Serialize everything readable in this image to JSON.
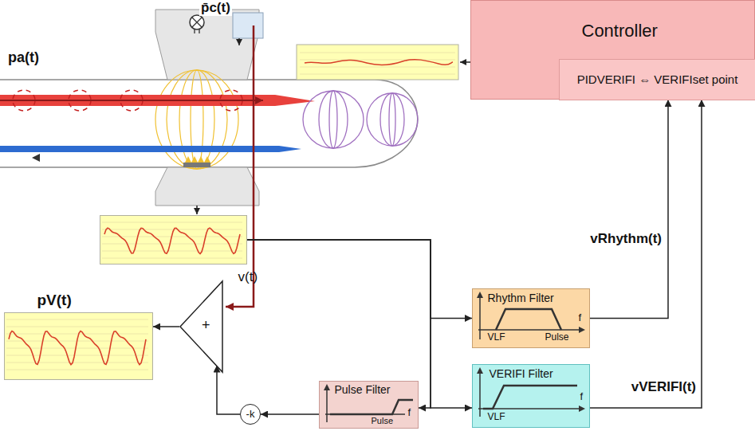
{
  "diagram": {
    "nodes": [
      {
        "text": [
          "Controller"
        ]
      },
      {
        "text": [
          "PIDVERIFI ⇔ VERIFIset point"
        ],
        "in": 0
      },
      {
        "text": [
          "v(t)"
        ]
      },
      {
        "text": [
          "Rhythm Filter",
          "VLF",
          "Pulse",
          "f"
        ]
      },
      {
        "text": [
          "pV(t)"
        ]
      },
      {
        "text": [
          "+"
        ]
      },
      {
        "text": [
          "-k"
        ]
      },
      {
        "text": [
          "Pulse Filter",
          "Pulse",
          "f"
        ]
      },
      {
        "text": [
          "VERIFI Filter",
          "VLF",
          "f"
        ]
      }
    ],
    "edges": [
      {
        "from": 2,
        "to": 3,
        "arrow": "to"
      },
      {
        "from": 2,
        "to": 7,
        "arrow": "to"
      },
      {
        "from": 2,
        "to": 8,
        "arrow": "to"
      },
      {
        "from": 3,
        "to": 0,
        "label": "vRhythm(t)",
        "arrow": "to"
      },
      {
        "from": 8,
        "to": 0,
        "label": "vVERIFI(t)",
        "arrow": "to"
      },
      {
        "from": 7,
        "to": 6,
        "arrow": "to"
      },
      {
        "from": 6,
        "to": 5,
        "arrow": "to"
      },
      {
        "from": 5,
        "to": 4,
        "arrow": "to"
      }
    ],
    "labels": [
      "pa(t)",
      "p̄c(t)"
    ]
  }
}
